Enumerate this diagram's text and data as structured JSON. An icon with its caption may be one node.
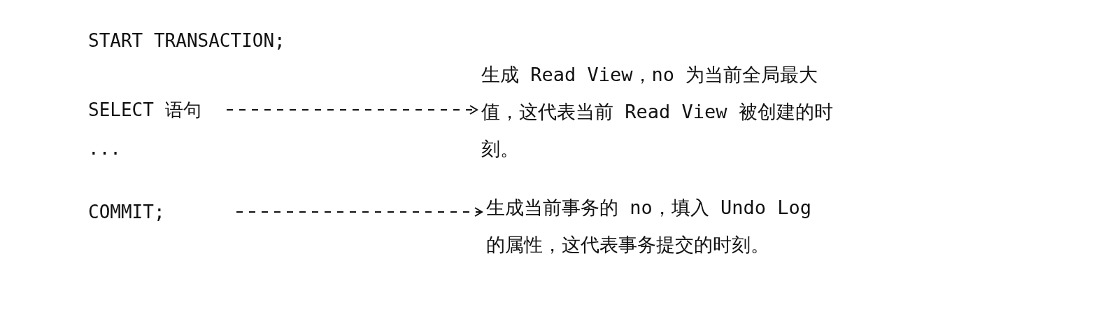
{
  "diagram": {
    "nodes": [
      {
        "text": [
          "SELECT 语句"
        ]
      },
      {
        "text": [
          "生成 Read View，no 为当前全局最大值，这代表当前 Read View 被创建的时刻。"
        ]
      },
      {
        "text": [
          "COMMIT;"
        ]
      },
      {
        "text": [
          "生成当前事务的 no，填入 Undo Log 的属性，这代表事务提交的时刻。"
        ]
      }
    ],
    "edges": [
      {
        "from": 0,
        "to": 1,
        "arrow": "to",
        "style": "dashed"
      },
      {
        "from": 2,
        "to": 3,
        "arrow": "to",
        "style": "dashed"
      }
    ],
    "labels": [
      "START TRANSACTION;",
      "..."
    ]
  }
}
